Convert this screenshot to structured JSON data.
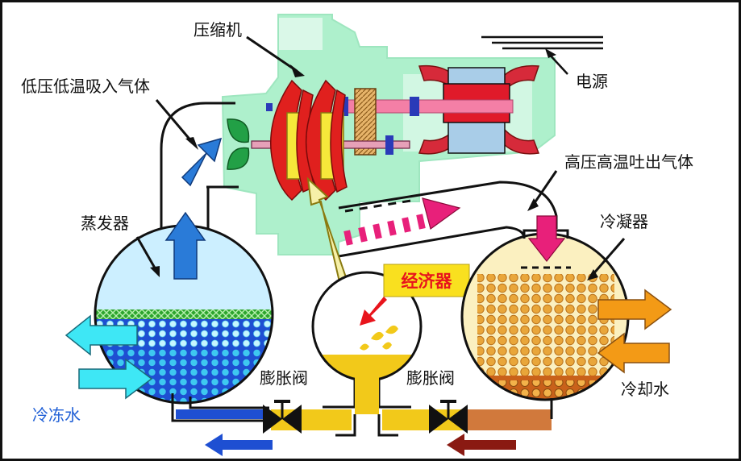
{
  "labels": {
    "compressor": "压缩机",
    "suction_gas": "低压低温吸入气体",
    "power": "电源",
    "discharge_gas": "高压高温吐出气体",
    "evaporator": "蒸发器",
    "condenser": "冷凝器",
    "economizer": "经济器",
    "expansion_valve_left": "膨胀阀",
    "expansion_valve_right": "膨胀阀",
    "chilled_water": "冷冻水",
    "cooling_water": "冷却水"
  },
  "colors": {
    "frame": "#111111",
    "compressor_housing": "#aef0cc",
    "impeller_red": "#e0201e",
    "impeller_yellow": "#f6e83a",
    "motor_red": "#e01a2a",
    "motor_blue": "#a9cde8",
    "shaft": "#f47fa6",
    "evaporator_top": "#ccefff",
    "evaporator_bottom": "#1e4fd2",
    "evaporator_dots": "#3ec8f0",
    "condenser_shell": "#fbf0c0",
    "condenser_tubes": "#e29a2a",
    "condenser_bottom": "#c9611a",
    "economizer_liquid": "#f2c91a",
    "arrow_blue": "#2a7bd8",
    "arrow_cyan": "#3ee7f5",
    "arrow_pink": "#e8207a",
    "arrow_orange": "#f39a16",
    "economizer_label_bg": "#f9e01f"
  }
}
